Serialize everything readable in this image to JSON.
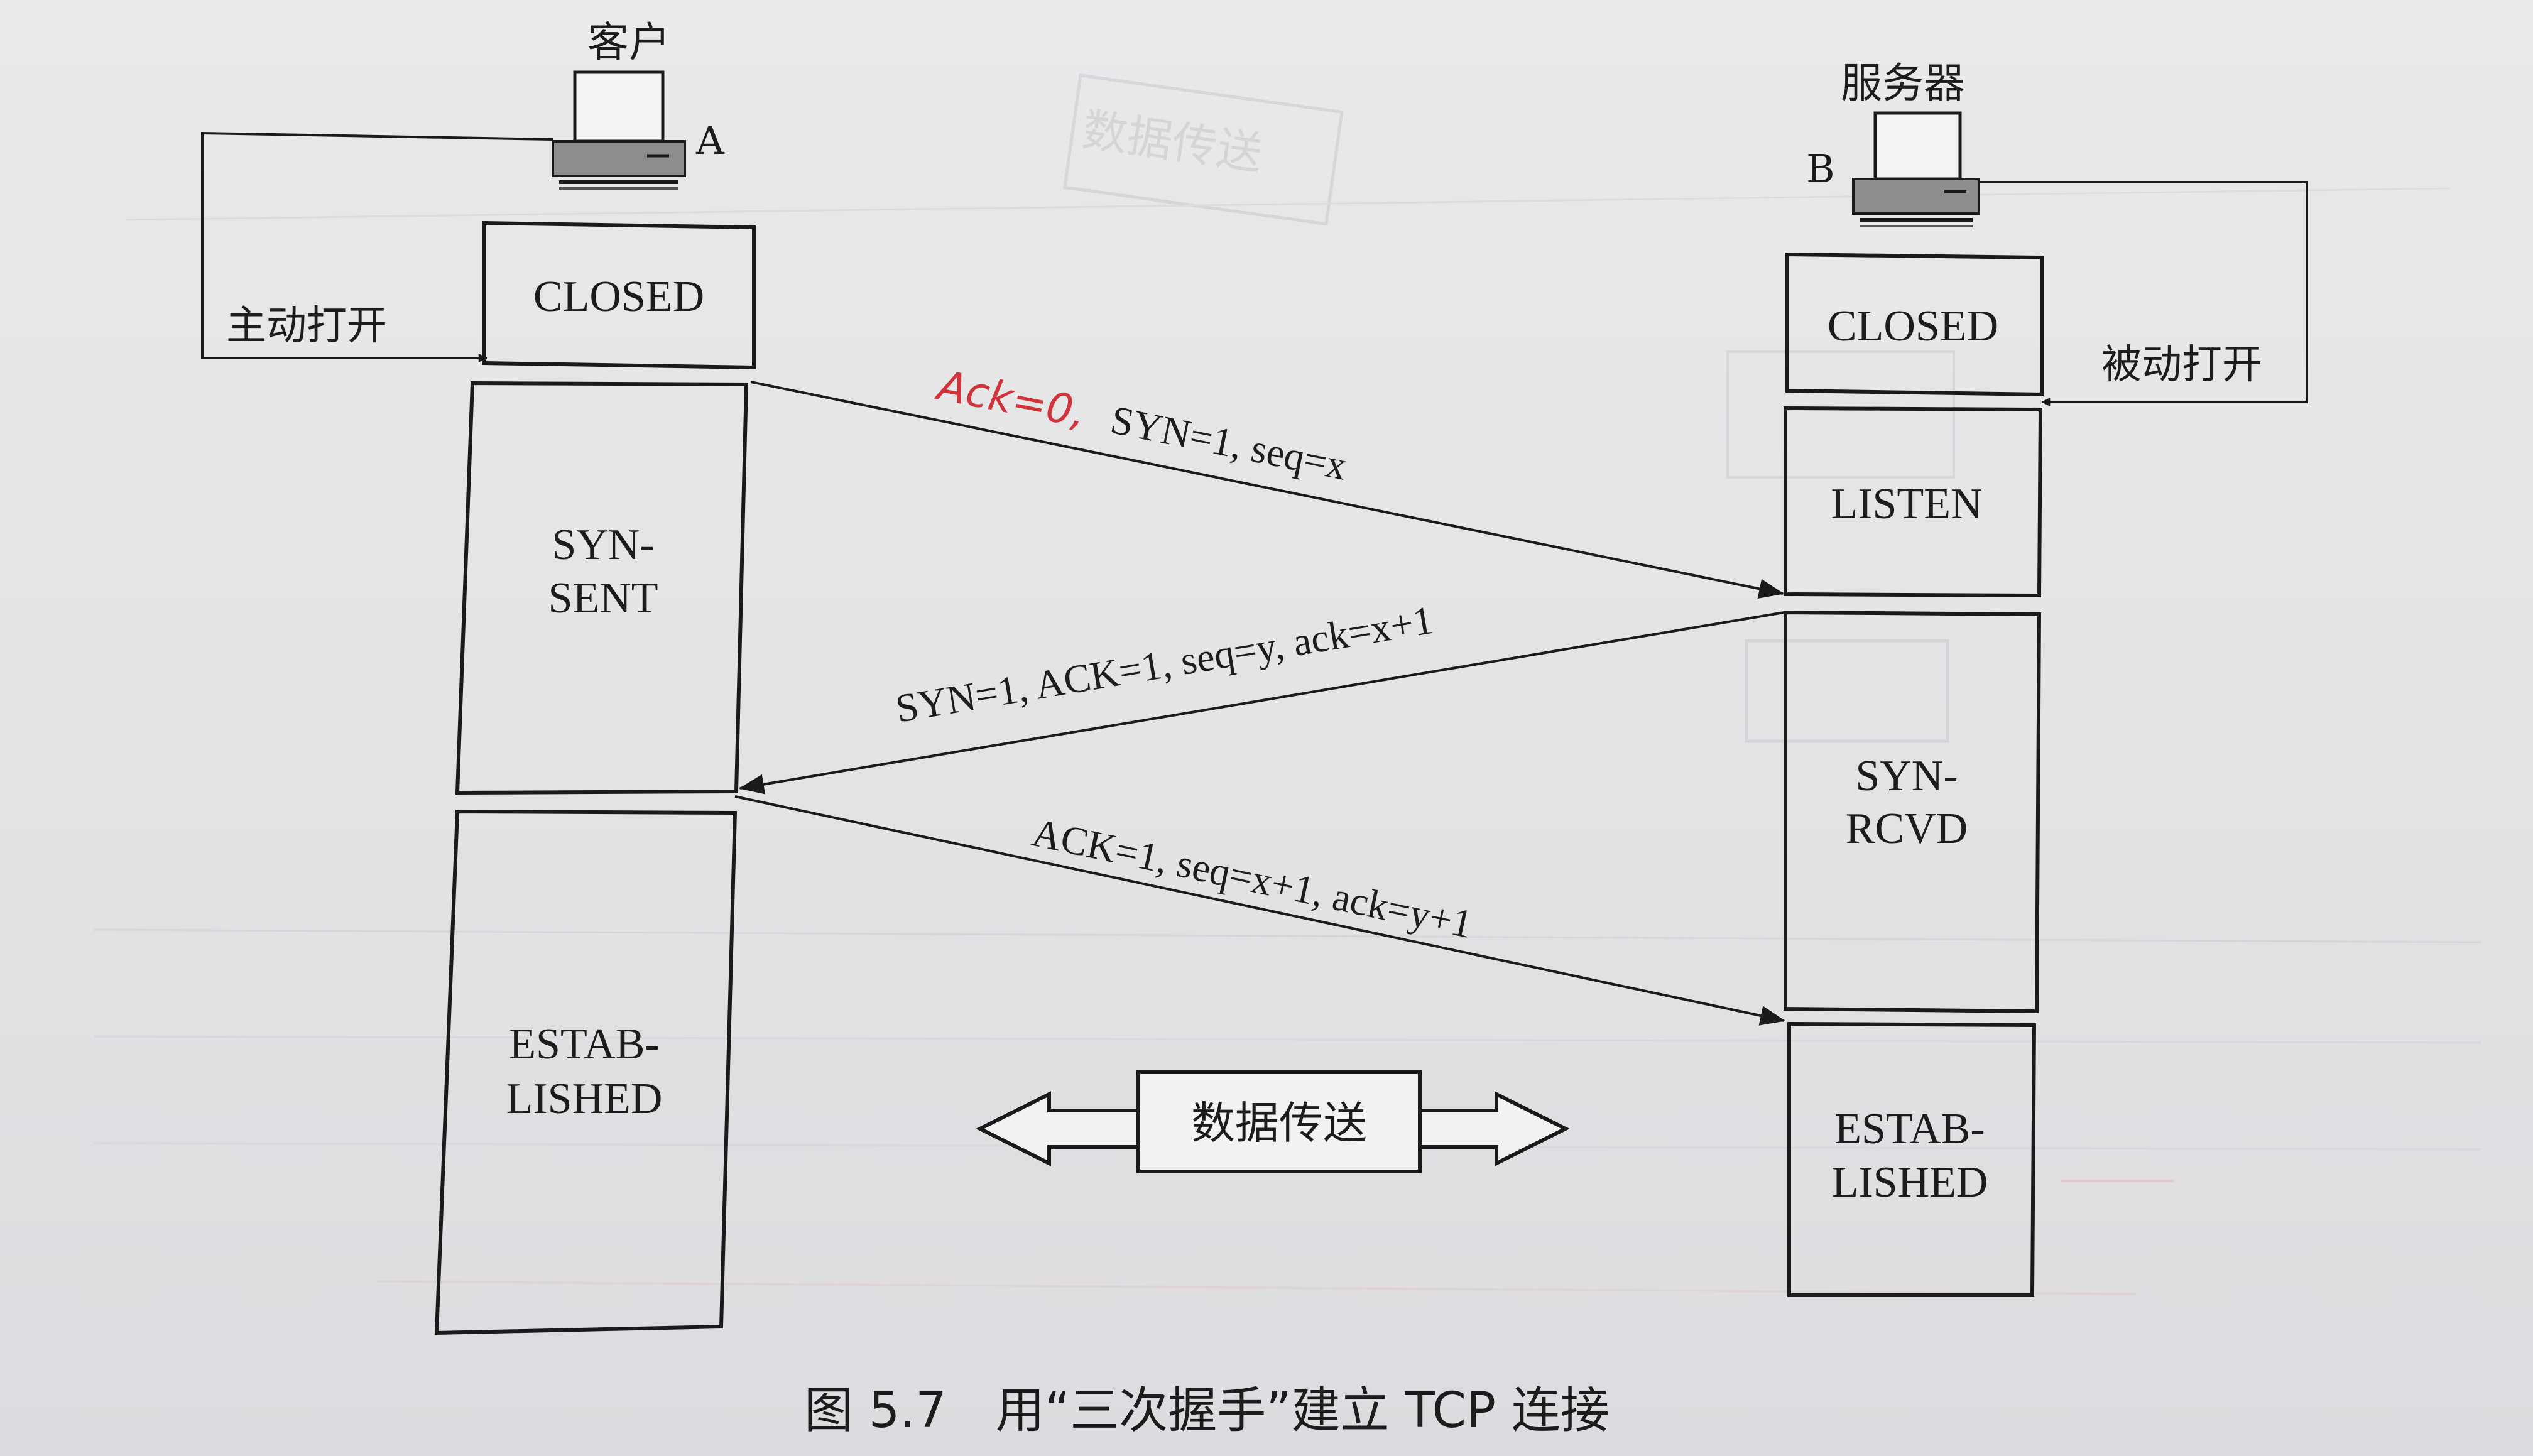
{
  "client": {
    "label": "客户",
    "tag": "A",
    "action": "主动打开"
  },
  "server": {
    "label": "服务器",
    "tag": "B",
    "action": "被动打开"
  },
  "client_states": {
    "closed": "CLOSED",
    "syn_sent_line1": "SYN-",
    "syn_sent_line2": "SENT",
    "established_line1": "ESTAB-",
    "established_line2": "LISHED"
  },
  "server_states": {
    "closed": "CLOSED",
    "listen": "LISTEN",
    "syn_rcvd_line1": "SYN-",
    "syn_rcvd_line2": "RCVD",
    "established_line1": "ESTAB-",
    "established_line2": "LISHED"
  },
  "messages": {
    "handwritten_note": "Ack=0,",
    "msg1": "SYN=1, seq=x",
    "msg2": "SYN=1, ACK=1, seq=y, ack=x+1",
    "msg3": "ACK=1, seq=x+1, ack=y+1"
  },
  "data_transfer": "数据传送",
  "caption": "图 5.7　用“三次握手”建立 TCP 连接",
  "colors": {
    "ink": "#1a1a1a",
    "handwriting": "#d0343a",
    "paper": "#e7e6e7"
  }
}
